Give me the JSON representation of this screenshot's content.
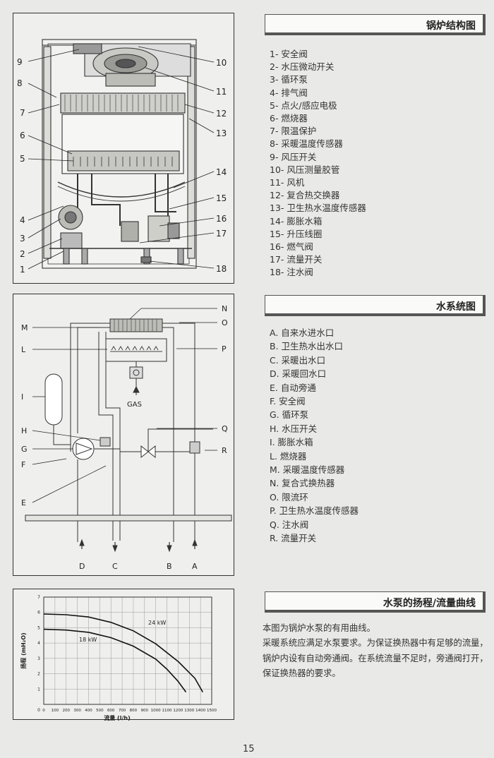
{
  "section1": {
    "title": "锅炉结构图",
    "callouts": [
      "1",
      "2",
      "3",
      "4",
      "5",
      "6",
      "7",
      "8",
      "9",
      "10",
      "11",
      "12",
      "13",
      "14",
      "15",
      "16",
      "17",
      "18"
    ],
    "items": [
      "1- 安全阀",
      "2- 水压微动开关",
      "3- 循环泵",
      "4- 排气阀",
      "5- 点火/感应电极",
      "6- 燃烧器",
      "7- 限温保护",
      "8- 采暖温度传感器",
      "9- 风压开关",
      "10- 风压测量胶管",
      "11- 风机",
      "12- 复合热交换器",
      "13- 卫生热水温度传感器",
      "14- 膨胀水箱",
      "15- 升压线圈",
      "16- 燃气阀",
      "17- 流量开关",
      "18- 注水阀"
    ]
  },
  "section2": {
    "title": "水系统图",
    "callouts": [
      "N",
      "O",
      "M",
      "L",
      "P",
      "I",
      "H",
      "G",
      "F",
      "E",
      "Q",
      "R",
      "D",
      "C",
      "B",
      "A"
    ],
    "gas_label": "GAS",
    "items": [
      "A. 自来水进水口",
      "B. 卫生热水出水口",
      "C. 采暖出水口",
      "D. 采暖回水口",
      "E. 自动旁通",
      "F. 安全阀",
      "G. 循环泵",
      "H. 水压开关",
      "I. 膨胀水箱",
      "L. 燃烧器",
      "M. 采暖温度传感器",
      "N. 复合式换热器",
      "O. 限流环",
      "P. 卫生热水温度传感器",
      "Q. 注水阀",
      "R. 流量开关"
    ]
  },
  "section3": {
    "title": "水泵的扬程/流量曲线",
    "paragraph": "本图为锅炉水泵的有用曲线。\n采暖系统应满足水泵要求。为保证换热器中有足够的流量，锅炉内设有自动旁通阀。在系统流量不足时，旁通阀打开，保证换热器的要求。"
  },
  "page_number": "15",
  "chart_data": {
    "type": "line",
    "xlabel": "流量 (l/h)",
    "ylabel": "扬程 (mH₂O)",
    "xlim": [
      0,
      1500
    ],
    "ylim": [
      0,
      7
    ],
    "x_ticks": [
      "0",
      "100",
      "200",
      "300",
      "400",
      "500",
      "600",
      "700",
      "800",
      "900",
      "1000",
      "1100",
      "1200",
      "1300",
      "1400",
      "1500"
    ],
    "y_ticks": [
      "1",
      "2",
      "3",
      "4",
      "5",
      "6",
      "7"
    ],
    "grid": true,
    "series": [
      {
        "name": "24 kW",
        "x": [
          0,
          200,
          400,
          600,
          800,
          1000,
          1200,
          1350,
          1420
        ],
        "y": [
          5.9,
          5.85,
          5.7,
          5.35,
          4.8,
          3.95,
          2.8,
          1.7,
          0.8
        ]
      },
      {
        "name": "18 kW",
        "x": [
          0,
          200,
          400,
          600,
          800,
          1000,
          1100,
          1200,
          1270
        ],
        "y": [
          4.9,
          4.85,
          4.7,
          4.35,
          3.8,
          2.95,
          2.3,
          1.5,
          0.8
        ]
      }
    ]
  }
}
